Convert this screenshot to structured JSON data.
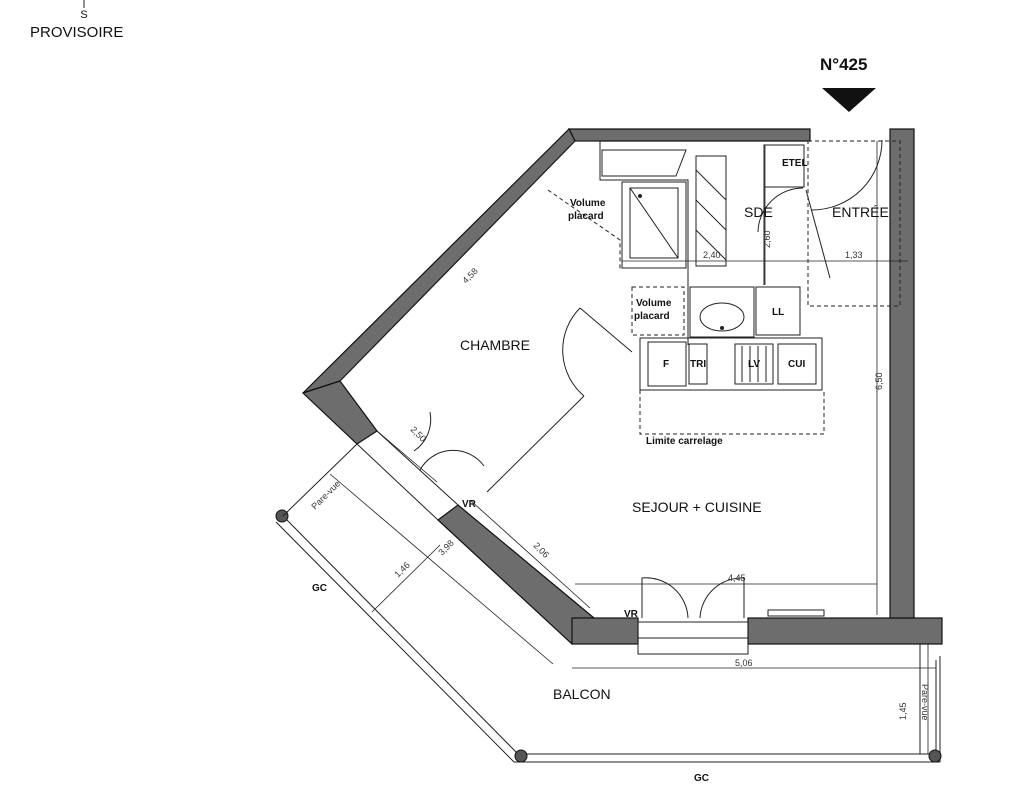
{
  "header": {
    "status": "PROVISOIRE",
    "lot_number": "N°425"
  },
  "rooms": {
    "chambre": "CHAMBRE",
    "sde": "SDE",
    "entree": "ENTRÉE",
    "sejour": "SEJOUR + CUISINE",
    "balcon": "BALCON"
  },
  "equipment": {
    "volume_placard_1": [
      "Volume",
      "placard"
    ],
    "volume_placard_2": [
      "Volume",
      "placard"
    ],
    "etel": "ETEL",
    "ll": "LL",
    "f": "F",
    "tri": "TRI",
    "lv": "LV",
    "cui": "CUI",
    "limite_carrelage": "Limite carrelage",
    "vr_1": "VR",
    "vr_2": "VR",
    "gc_1": "GC",
    "gc_2": "GC",
    "pare_vue_1": "Pare-vue",
    "pare_vue_2": "Pare-vue"
  },
  "dimensions": {
    "d_458": "4,58",
    "d_240": "2,40",
    "d_260": "2,60",
    "d_133": "1,33",
    "d_650": "6,50",
    "d_250": "2,50",
    "d_206": "2,06",
    "d_445": "4,45",
    "d_506": "5,06",
    "d_146": "1,46",
    "d_398": "3,98",
    "d_145": "1,45"
  }
}
